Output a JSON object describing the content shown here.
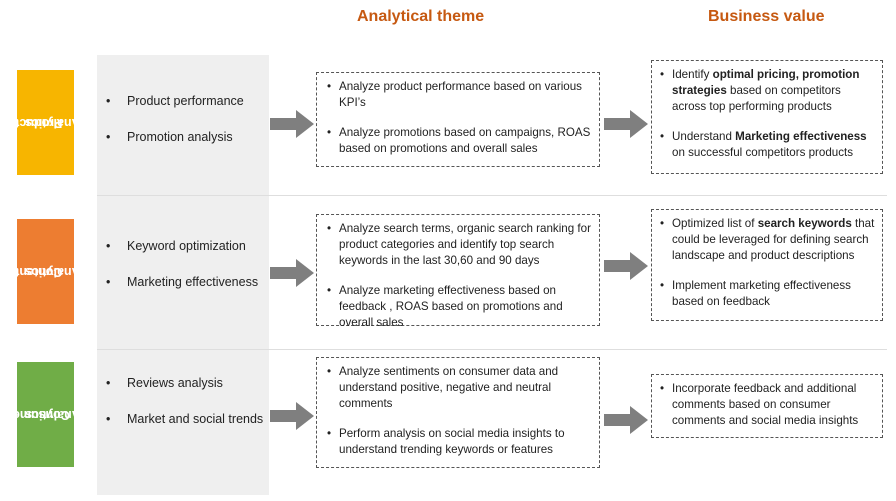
{
  "headers": {
    "analytical": "Analytical theme",
    "business": "Business value"
  },
  "rows": [
    {
      "category": {
        "lines": [
          "Product",
          "Analytics"
        ],
        "color": "#f7b500"
      },
      "items": [
        "Product performance",
        "Promotion analysis"
      ],
      "analysis": [
        "Analyze product performance based on various KPI’s",
        "Analyze promotions based on campaigns, ROAS based on promotions and overall sales"
      ],
      "value": [
        [
          {
            "t": "Identify ",
            "b": false
          },
          {
            "t": "optimal pricing, promotion strategies",
            "b": true
          },
          {
            "t": " based on competitors across top performing products",
            "b": false
          }
        ],
        [
          {
            "t": "Understand ",
            "b": false
          },
          {
            "t": "Marketing effectiveness",
            "b": true
          },
          {
            "t": " on successful competitors products",
            "b": false
          }
        ]
      ]
    },
    {
      "category": {
        "lines": [
          "Content",
          "Analytics"
        ],
        "color": "#ed7d31"
      },
      "items": [
        "Keyword optimization",
        "Marketing effectiveness"
      ],
      "analysis": [
        "Analyze search terms, organic search ranking for product categories and identify top search keywords in the last 30,60 and 90 days",
        "Analyze marketing effectiveness based on feedback , ROAS based on promotions and overall sales"
      ],
      "value": [
        [
          {
            "t": "Optimized list of ",
            "b": false
          },
          {
            "t": "search keywords",
            "b": true
          },
          {
            "t": " that could be leveraged for defining search landscape and product descriptions",
            "b": false
          }
        ],
        [
          {
            "t": "Implement marketing effectiveness based on feedback",
            "b": false
          }
        ]
      ]
    },
    {
      "category": {
        "lines": [
          "Consumer",
          "Analytics"
        ],
        "color": "#70ad47"
      },
      "items": [
        "Reviews analysis",
        "Market and social trends"
      ],
      "analysis": [
        "Analyze sentiments on consumer data and understand positive, negative and neutral comments",
        "Perform analysis on social media insights to understand trending keywords or features"
      ],
      "value": [
        [
          {
            "t": "Incorporate feedback and additional comments based on consumer comments and social media insights",
            "b": false
          }
        ]
      ]
    }
  ],
  "colors": {
    "header": "#c65911",
    "arrow": "#7f7f7f"
  }
}
